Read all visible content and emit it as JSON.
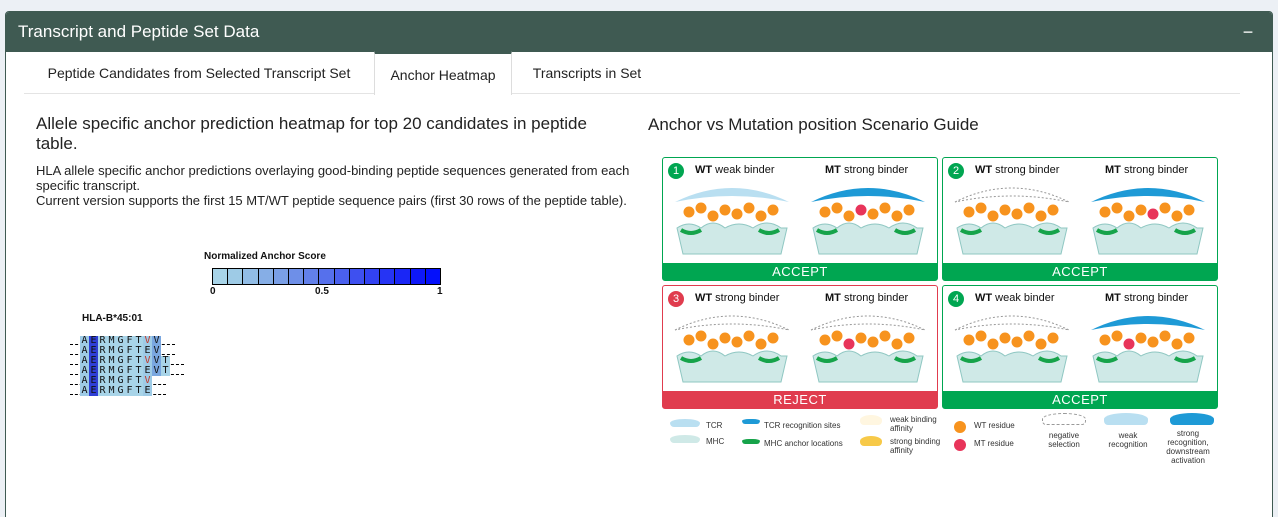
{
  "box": {
    "title": "Transcript and Peptide Set Data",
    "collapse_label": "−"
  },
  "tabs": [
    {
      "label": "Peptide Candidates from Selected Transcript Set"
    },
    {
      "label": "Anchor Heatmap"
    },
    {
      "label": "Transcripts in Set"
    }
  ],
  "left": {
    "title": "Allele specific anchor prediction heatmap for top 20 candidates in peptide table.",
    "desc1": "HLA allele specific anchor predictions overlaying good-binding peptide sequences generated from each specific transcript.",
    "desc2": "Current version supports the first 15 MT/WT peptide sequence pairs (first 30 rows of the peptide table)."
  },
  "legend": {
    "title": "Normalized Anchor Score",
    "ticks": [
      "0",
      "0.5",
      "1"
    ],
    "colors": [
      "#a8d4e8",
      "#9ecbe6",
      "#92bde6",
      "#86aee6",
      "#7a9fe6",
      "#6e8fe8",
      "#6280ea",
      "#5670ec",
      "#4a60ee",
      "#3e50f0",
      "#3242f2",
      "#2634f4",
      "#1a26f6",
      "#0e18f8",
      "#0410fb"
    ]
  },
  "heatmap": {
    "allele": "HLA-B*45:01",
    "rows": [
      {
        "seq": "AERMGFTVV",
        "mt_index": 7
      },
      {
        "seq": "AERMGFTEV",
        "mt_index": -1
      },
      {
        "seq": "AERMGFTVVT",
        "mt_index": 7
      },
      {
        "seq": "AERMGFTEVT",
        "mt_index": -1
      },
      {
        "seq": "AERMGFTV",
        "mt_index": 7
      },
      {
        "seq": "AERMGFTE",
        "mt_index": -1
      }
    ],
    "col_colors": [
      "#9ecbe6",
      "#2e3fd6",
      "#a8d4e8",
      "#a8d4e8",
      "#a8d4e8",
      "#a8d4e8",
      "#a8d4e8",
      "#9ecbe6",
      "#7aa7e0",
      "#a8d4e8"
    ]
  },
  "guide": {
    "title": "Anchor vs Mutation position Scenario Guide",
    "panels": [
      {
        "num": "1",
        "wt_label": "WT",
        "wt_text": "weak binder",
        "mt_label": "MT",
        "mt_text": "strong binder",
        "verdict": "ACCEPT"
      },
      {
        "num": "2",
        "wt_label": "WT",
        "wt_text": "strong binder",
        "mt_label": "MT",
        "mt_text": "strong binder",
        "verdict": "ACCEPT"
      },
      {
        "num": "3",
        "wt_label": "WT",
        "wt_text": "strong binder",
        "mt_label": "MT",
        "mt_text": "strong binder",
        "verdict": "REJECT"
      },
      {
        "num": "4",
        "wt_label": "WT",
        "wt_text": "weak binder",
        "mt_label": "MT",
        "mt_text": "strong binder",
        "verdict": "ACCEPT"
      }
    ],
    "key": {
      "tcr": "TCR",
      "mhc": "MHC",
      "tcr_sites": "TCR recognition sites",
      "mhc_anchor": "MHC anchor locations",
      "weak_affinity": "weak binding affinity",
      "strong_affinity": "strong binding affinity",
      "wt_residue": "WT residue",
      "mt_residue": "MT residue",
      "negative": "negative selection",
      "weak_recog": "weak recognition",
      "strong_recog": "strong recognition, downstream activation"
    },
    "colors": {
      "accept": "#00a651",
      "reject": "#e03c4e",
      "wt_residue": "#f7931e",
      "mt_residue": "#e8345a"
    }
  }
}
